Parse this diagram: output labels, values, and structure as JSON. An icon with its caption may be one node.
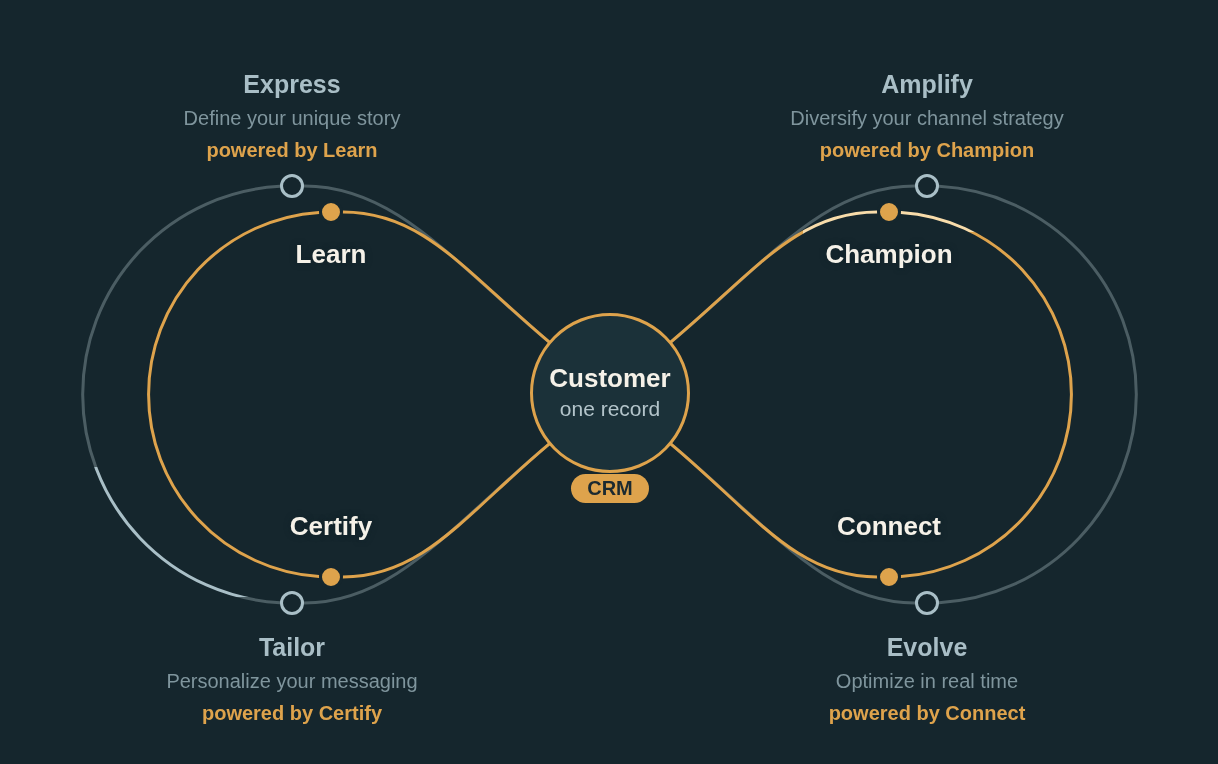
{
  "diagram": {
    "nodes": [
      {
        "text": [],
        "shape": "ring",
        "beside": [
          "Express",
          "Define your unique story",
          "powered by Learn"
        ]
      },
      {
        "text": [],
        "shape": "ring",
        "beside": [
          "Amplify",
          "Diversify your channel strategy",
          "powered by Champion"
        ]
      },
      {
        "text": [],
        "shape": "circle",
        "beside": [
          "Learn"
        ]
      },
      {
        "text": [],
        "shape": "circle",
        "beside": [
          "Champion"
        ]
      },
      {
        "text": [
          "Customer",
          "one record"
        ]
      },
      {
        "text": [
          "CRM"
        ]
      },
      {
        "text": [],
        "shape": "circle",
        "beside": [
          "Certify"
        ]
      },
      {
        "text": [],
        "shape": "circle",
        "beside": [
          "Connect"
        ]
      },
      {
        "text": [],
        "shape": "ring",
        "beside": [
          "Tailor",
          "Personalize your messaging",
          "powered by Certify"
        ]
      },
      {
        "text": [],
        "shape": "ring",
        "beside": [
          "Evolve",
          "Optimize in real time",
          "powered by Connect"
        ]
      }
    ],
    "edges": [
      {
        "from": 4,
        "to": 0,
        "arrow": "none",
        "color": "#4b5d63"
      },
      {
        "from": 0,
        "to": 8,
        "arrow": "none",
        "color": "#4b5d63"
      },
      {
        "from": 8,
        "to": 4,
        "arrow": "none",
        "color": "#4b5d63"
      },
      {
        "from": 4,
        "to": 1,
        "arrow": "none",
        "color": "#4b5d63"
      },
      {
        "from": 1,
        "to": 9,
        "arrow": "none",
        "color": "#4b5d63"
      },
      {
        "from": 9,
        "to": 4,
        "arrow": "none",
        "color": "#4b5d63"
      },
      {
        "from": 4,
        "to": 2,
        "arrow": "none",
        "color": "#dea34c"
      },
      {
        "from": 2,
        "to": 6,
        "arrow": "none",
        "color": "#dea34c"
      },
      {
        "from": 6,
        "to": 4,
        "arrow": "none",
        "color": "#dea34c"
      },
      {
        "from": 4,
        "to": 3,
        "arrow": "none",
        "color": "#dea34c"
      },
      {
        "from": 3,
        "to": 7,
        "arrow": "none",
        "color": "#dea34c"
      },
      {
        "from": 7,
        "to": 4,
        "arrow": "none",
        "color": "#dea34c"
      }
    ]
  }
}
